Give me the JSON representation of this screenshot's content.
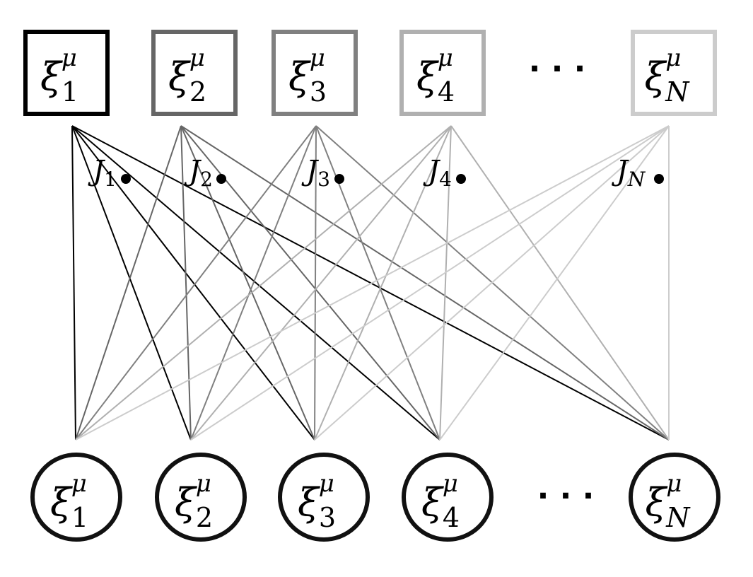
{
  "symbol": "ξ",
  "superscript": "μ",
  "inputs": [
    {
      "sub": "1",
      "color": "#000000"
    },
    {
      "sub": "2",
      "color": "#666666"
    },
    {
      "sub": "3",
      "color": "#808080"
    },
    {
      "sub": "4",
      "color": "#b0b0b0"
    },
    {
      "sub": "N",
      "color": "#cccccc"
    }
  ],
  "outputs": [
    {
      "sub": "1"
    },
    {
      "sub": "2"
    },
    {
      "sub": "3"
    },
    {
      "sub": "4"
    },
    {
      "sub": "N"
    }
  ],
  "couplings": [
    {
      "letter": "J",
      "sub": "1"
    },
    {
      "letter": "J",
      "sub": "2"
    },
    {
      "letter": "J",
      "sub": "3"
    },
    {
      "letter": "J",
      "sub": "4"
    },
    {
      "letter": "J",
      "sub": "N"
    }
  ],
  "ellipsis": "· · ·"
}
